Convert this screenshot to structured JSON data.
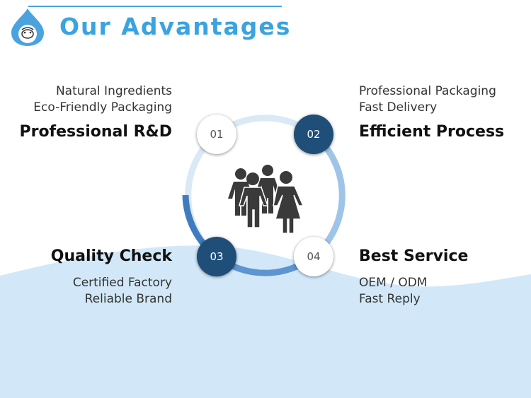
{
  "header": {
    "title": "Our Advantages",
    "logo_icon": "water-drop-sheep-icon"
  },
  "center_icon": "people-group-icon",
  "colors": {
    "accent": "#3aa3e0",
    "dark_circle": "#1f4e78",
    "ring_light": "#dbe9f7",
    "ring_mid": "#9ec5e8",
    "ring_dark": "#3f7cbf",
    "wave": "#d2e8f8"
  },
  "items": [
    {
      "number": "01",
      "title": "Professional R&D",
      "lines": [
        "Natural Ingredients",
        "Eco-Friendly Packaging"
      ]
    },
    {
      "number": "02",
      "title": "Efficient Process",
      "lines": [
        "Professional Packaging",
        "Fast Delivery"
      ]
    },
    {
      "number": "03",
      "title": "Quality Check",
      "lines": [
        "Certified Factory",
        "Reliable Brand"
      ]
    },
    {
      "number": "04",
      "title": "Best Service",
      "lines": [
        "OEM / ODM",
        "Fast Reply"
      ]
    }
  ]
}
